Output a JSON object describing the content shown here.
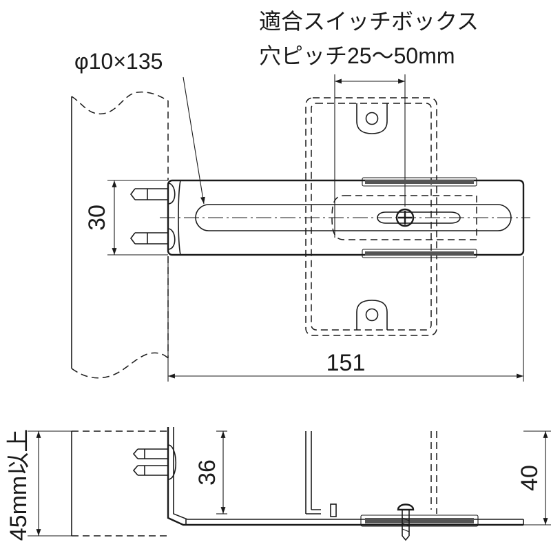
{
  "notes": {
    "compatible_box": "適合スイッチボックス",
    "hole_pitch": "穴ピッチ25～50mm",
    "rod_spec": "φ10×135"
  },
  "dimensions": {
    "width_30": "30",
    "length_151": "151",
    "height_36": "36",
    "height_40": "40",
    "min_45": "45mm以上"
  }
}
